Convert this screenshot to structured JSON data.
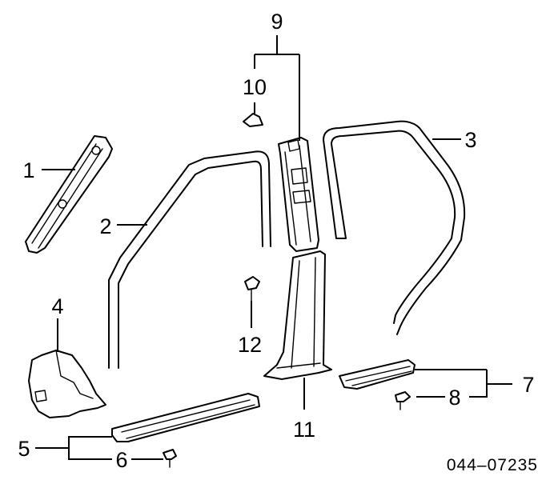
{
  "diagram": {
    "callouts": {
      "c1": "1",
      "c2": "2",
      "c3": "3",
      "c4": "4",
      "c5": "5",
      "c6": "6",
      "c7": "7",
      "c8": "8",
      "c9": "9",
      "c10": "10",
      "c11": "11",
      "c12": "12"
    },
    "part_code": "044–07235"
  }
}
